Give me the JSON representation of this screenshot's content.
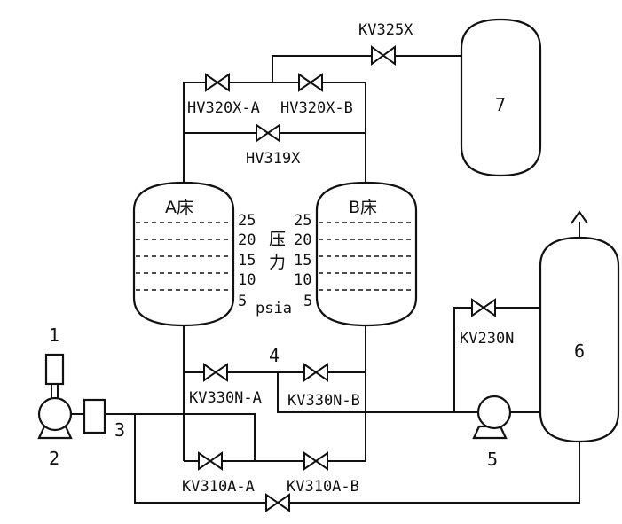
{
  "valves": {
    "kv325x": "KV325X",
    "hv320xa": "HV320X-A",
    "hv320xb": "HV320X-B",
    "hv319x": "HV319X",
    "kv230n": "KV230N",
    "kv330na": "KV330N-A",
    "kv330nb": "KV330N-B",
    "kv310aa": "KV310A-A",
    "kv310ab": "KV310A-B"
  },
  "beds": {
    "a": "A床",
    "b": "B床"
  },
  "pressure": {
    "label_1": "压",
    "label_2": "力",
    "unit": "psia",
    "levels": [
      "25",
      "20",
      "15",
      "10",
      "5"
    ]
  },
  "components": {
    "n1": "1",
    "n2": "2",
    "n3": "3",
    "n4": "4",
    "n5": "5",
    "n6": "6",
    "n7": "7"
  }
}
